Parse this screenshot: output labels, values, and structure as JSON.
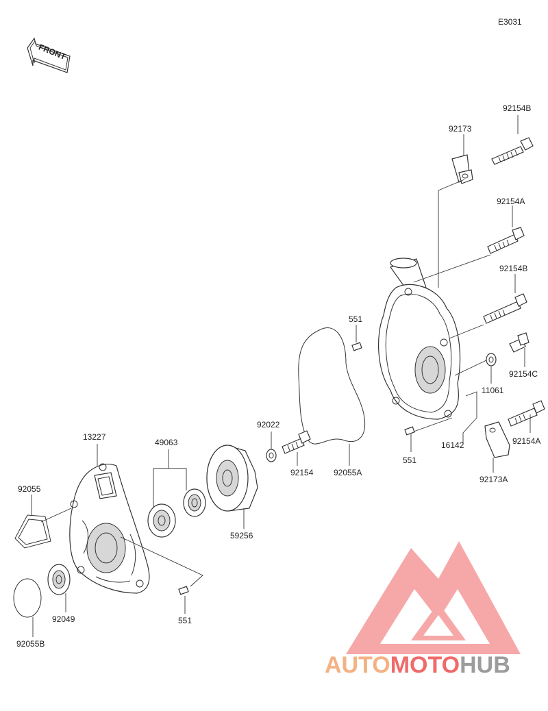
{
  "diagram": {
    "code": "E3031",
    "front_label": "FRONT",
    "watermark": {
      "word_a": "AUTO",
      "word_b": "MOTO",
      "word_c": "HUB",
      "color_a": "#f4b183",
      "color_b": "#f06a6a",
      "color_c": "#9c9c9c"
    },
    "parts": {
      "p92154B_top": "92154B",
      "p92173": "92173",
      "p92154A_mid": "92154A",
      "p92154B_low": "92154B",
      "p551_upper": "551",
      "p92154C": "92154C",
      "p11061": "11061",
      "p92022": "92022",
      "p16142": "16142",
      "p551_right": "551",
      "p92154A_low": "92154A",
      "p13227": "13227",
      "p49063": "49063",
      "p92154": "92154",
      "p92055A": "92055A",
      "p92173A": "92173A",
      "p92055": "92055",
      "p59256": "59256",
      "p92049": "92049",
      "p551_low": "551",
      "p92055B": "92055B"
    }
  }
}
